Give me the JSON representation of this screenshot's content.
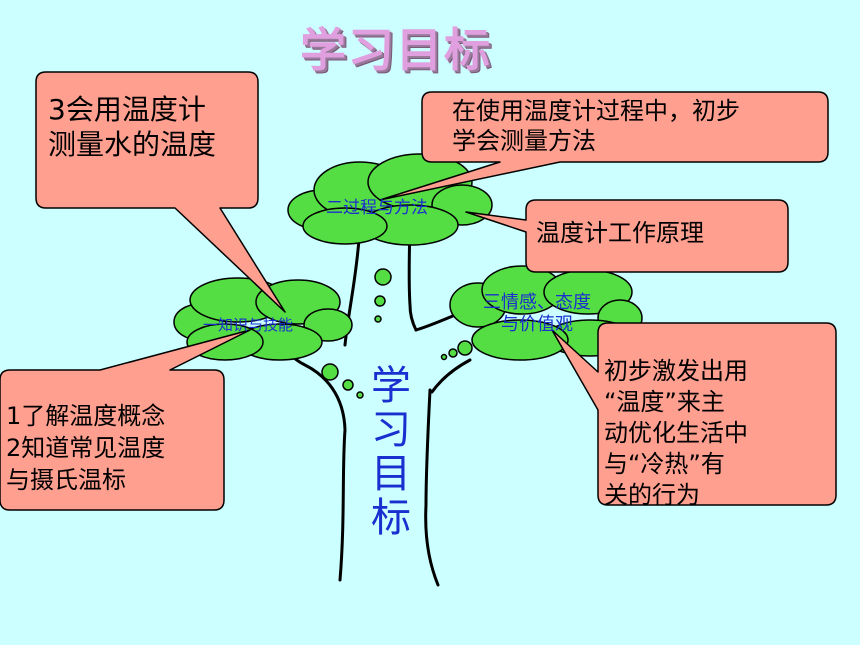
{
  "title": "学习目标",
  "trunk_label": [
    "学",
    "习",
    "目",
    "标"
  ],
  "branches": {
    "knowledge": "一知识与技能",
    "process": "二过程与方法",
    "emotion": [
      "三情感、态度",
      "与价值观"
    ]
  },
  "callouts": {
    "knowledge_top": [
      "3会用温度计",
      "测量水的温度"
    ],
    "knowledge_bottom": [
      "1了解温度概念",
      "2知道常见温度",
      "与摄氏温标"
    ],
    "process_top": [
      "在使用温度计过程中，初步",
      "学会测量方法"
    ],
    "process_right": "温度计工作原理",
    "emotion_right": [
      "初步激发出用",
      "“温度”来主",
      "动优化生活中",
      "与“冷热”有",
      "关的行为"
    ]
  },
  "colors": {
    "background": "#ccffff",
    "cloud": "#55dd44",
    "callout": "#ff9f8f",
    "label": "#1a2fd0",
    "title": "#e0a0e0"
  }
}
